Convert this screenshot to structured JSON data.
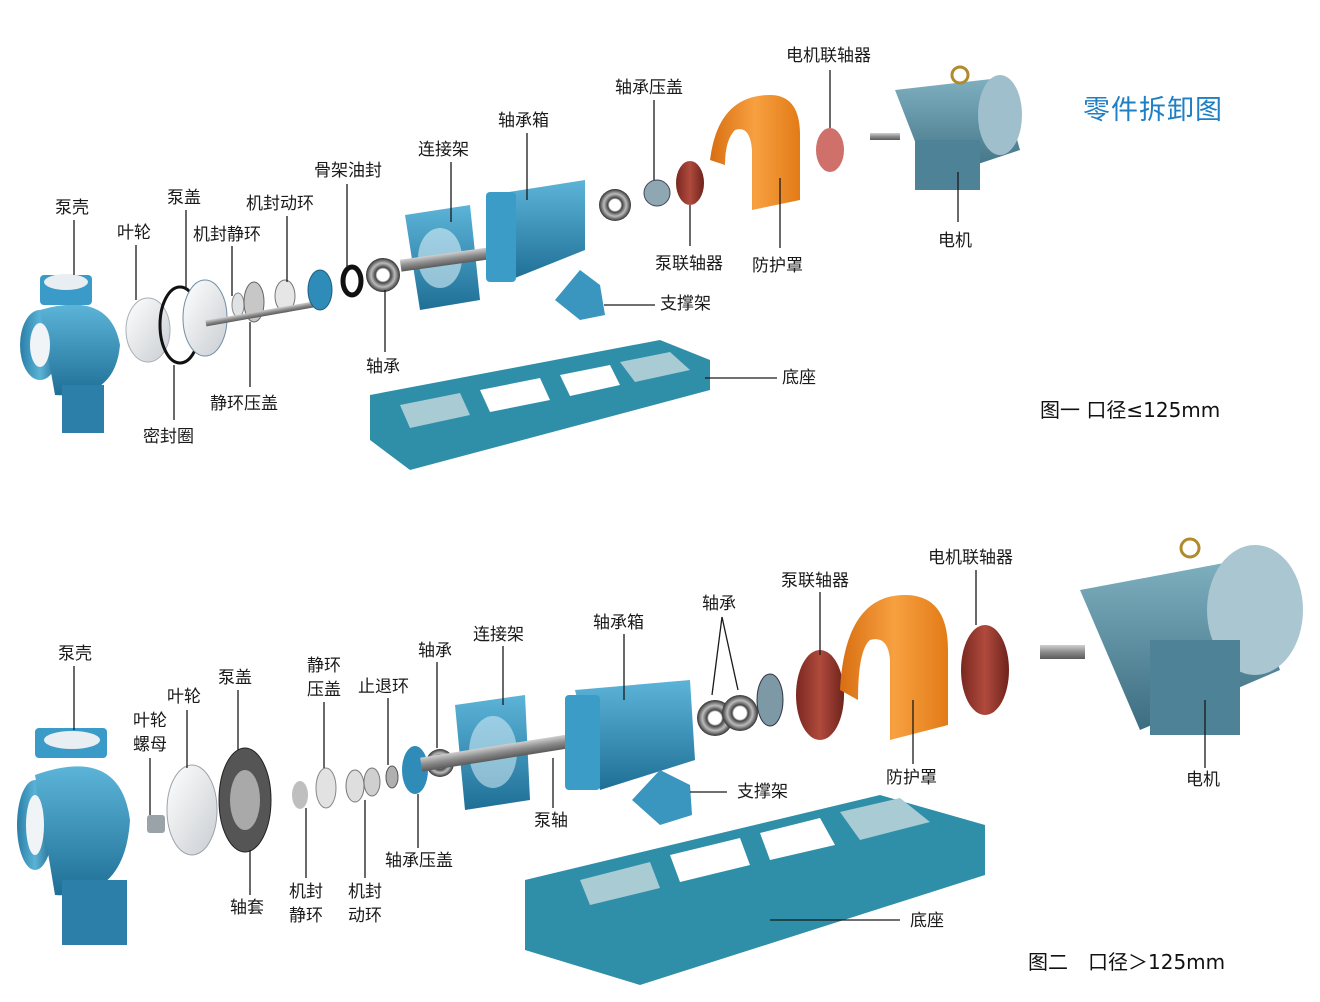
{
  "title": "零件拆卸图",
  "figure1": {
    "caption": "图一 口径≤125mm",
    "labels": {
      "pump_casing": "泵壳",
      "impeller": "叶轮",
      "pump_cover": "泵盖",
      "seal_ring": "密封圈",
      "mech_seal_static_ring": "机封静环",
      "static_ring_gland": "静环压盖",
      "mech_seal_rotating_ring": "机封动环",
      "skeleton_oil_seal": "骨架油封",
      "bearing": "轴承",
      "connecting_frame": "连接架",
      "bearing_box": "轴承箱",
      "bearing_gland": "轴承压盖",
      "pump_coupling": "泵联轴器",
      "guard": "防护罩",
      "motor_coupling": "电机联轴器",
      "motor": "电机",
      "support_bracket": "支撑架",
      "base": "底座"
    }
  },
  "figure2": {
    "caption": "图二　口径＞125mm",
    "labels": {
      "pump_casing": "泵壳",
      "impeller_nut": "叶轮螺母",
      "impeller": "叶轮",
      "pump_cover": "泵盖",
      "shaft_sleeve": "轴套",
      "static_ring_gland": "静环压盖",
      "mech_seal_static_ring": "机封静环",
      "retaining_ring": "止退环",
      "mech_seal_rotating_ring": "机封动环",
      "bearing_small": "轴承",
      "bearing_gland": "轴承压盖",
      "connecting_frame": "连接架",
      "pump_shaft": "泵轴",
      "bearing_box": "轴承箱",
      "bearings": "轴承",
      "pump_coupling": "泵联轴器",
      "guard": "防护罩",
      "motor_coupling": "电机联轴器",
      "motor": "电机",
      "support_bracket": "支撑架",
      "base": "底座"
    }
  },
  "colors": {
    "title": "#1e7fc4",
    "pump_blue": "#2f8cb8",
    "guard_orange": "#f28a1e",
    "coupling_red": "#9a3b32",
    "motor_gray": "#4f8396",
    "base_blue": "#2f8fa8"
  }
}
